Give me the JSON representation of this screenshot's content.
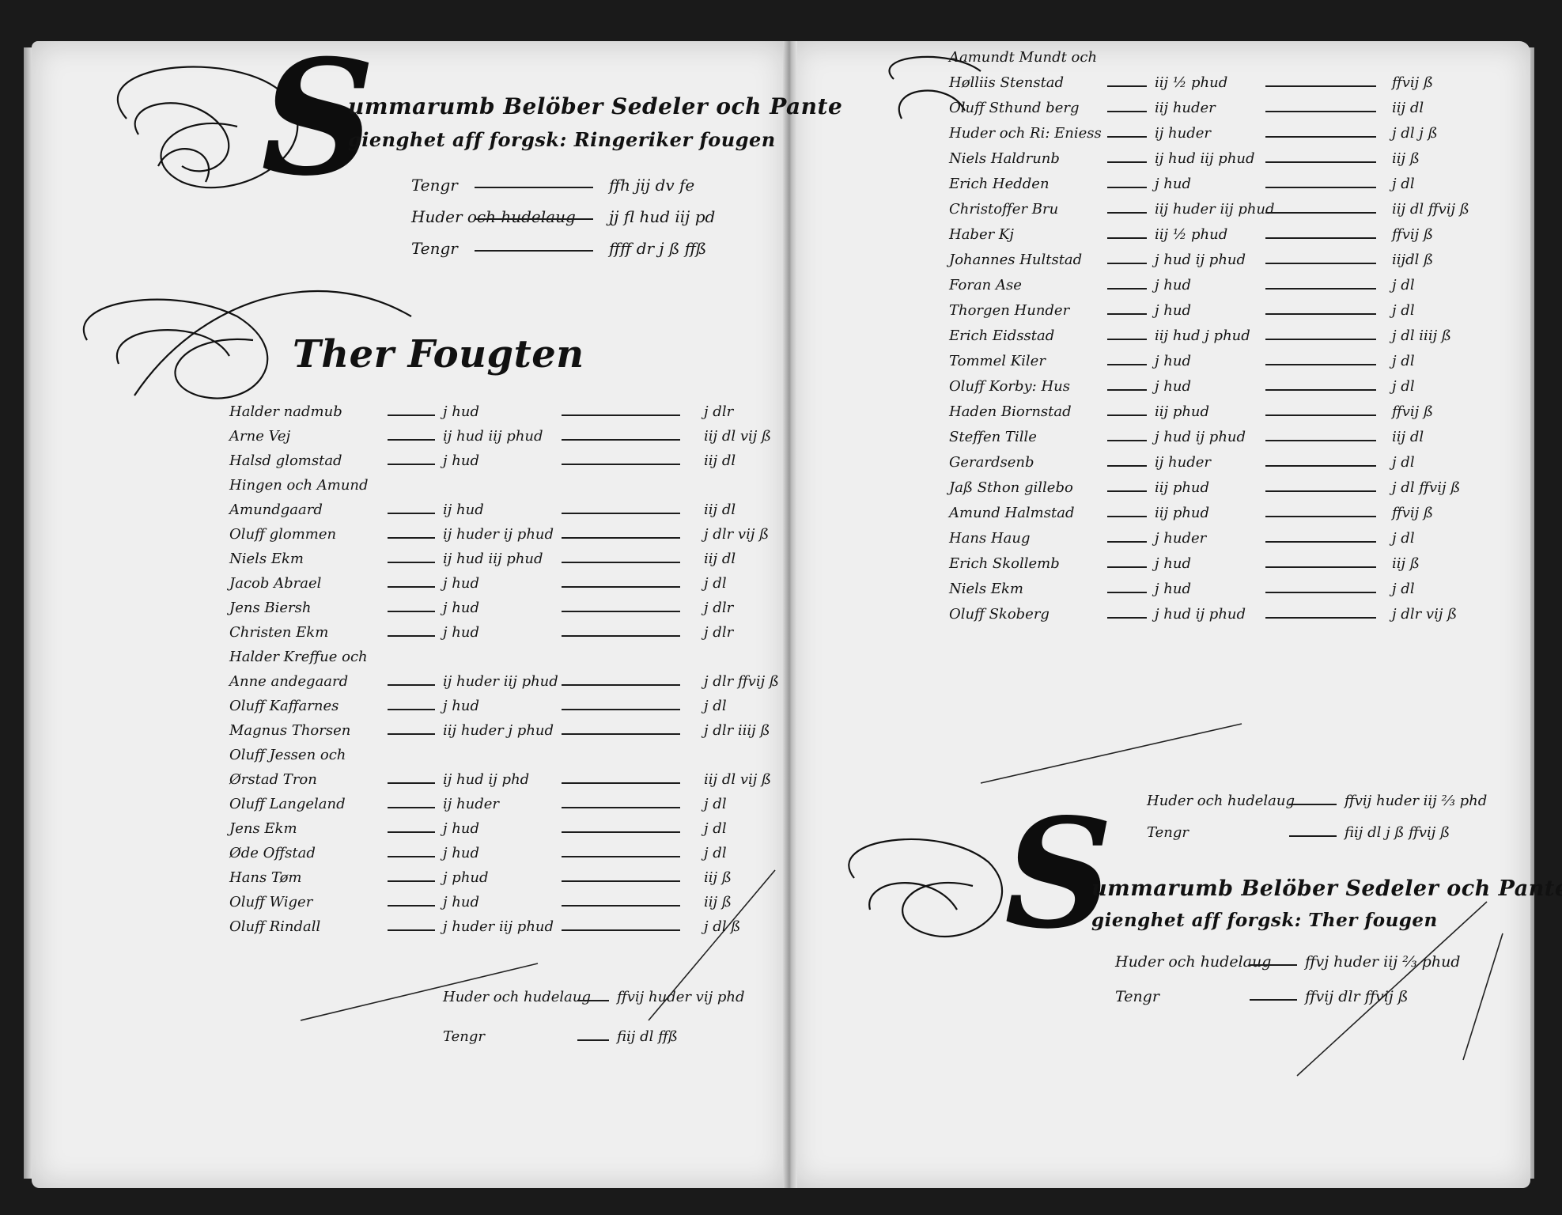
{
  "left_page": {
    "summary_heading": {
      "initial": "S",
      "line1": "ummarumb Belöber Sedeler och Pante",
      "line2": "gienghet aff forgsk: Ringeriker fougen",
      "sub_rows": [
        {
          "label": "Tengr",
          "value": "ffh jij dv fe"
        },
        {
          "label": "Huder och hudelaug",
          "value": "jj fl hud iij pd"
        },
        {
          "label": "Tengr",
          "value": "ffff dr j ß ffß"
        }
      ]
    },
    "section_title": "Ther Fougten",
    "entries": [
      {
        "name": "Halder nadmub",
        "share": "j hud",
        "fee": "j dlr"
      },
      {
        "name": "Arne Vej",
        "share": "ij hud iij phud",
        "fee": "iij dl vij ß"
      },
      {
        "name": "Halsd glomstad",
        "share": "j hud",
        "fee": "iij dl"
      },
      {
        "name": "Hingen och Amund",
        "share": "",
        "fee": ""
      },
      {
        "name": "Amundgaard",
        "share": "ij hud",
        "fee": "iij dl"
      },
      {
        "name": "Oluff glommen",
        "share": "ij huder ij phud",
        "fee": "j dlr vij ß"
      },
      {
        "name": "Niels Ekm",
        "share": "ij hud iij phud",
        "fee": "iij dl"
      },
      {
        "name": "Jacob Abrael",
        "share": "j hud",
        "fee": "j dl"
      },
      {
        "name": "Jens Biersh",
        "share": "j hud",
        "fee": "j dlr"
      },
      {
        "name": "Christen Ekm",
        "share": "j hud",
        "fee": "j dlr"
      },
      {
        "name": "Halder Kreffue och",
        "share": "",
        "fee": ""
      },
      {
        "name": "Anne andegaard",
        "share": "ij huder iij phud",
        "fee": "j dlr ffvij ß"
      },
      {
        "name": "Oluff Kaffarnes",
        "share": "j hud",
        "fee": "j dl"
      },
      {
        "name": "Magnus Thorsen",
        "share": "iij huder j phud",
        "fee": "j dlr iiij ß"
      },
      {
        "name": "Oluff Jessen och",
        "share": "",
        "fee": ""
      },
      {
        "name": "Ørstad Tron",
        "share": "ij hud ij phd",
        "fee": "iij dl vij ß"
      },
      {
        "name": "Oluff Langeland",
        "share": "ij huder",
        "fee": "j dl"
      },
      {
        "name": "Jens Ekm",
        "share": "j hud",
        "fee": "j dl"
      },
      {
        "name": "Øde Offstad",
        "share": "j hud",
        "fee": "j dl"
      },
      {
        "name": "Hans Tøm",
        "share": "j phud",
        "fee": "iij ß"
      },
      {
        "name": "Oluff Wiger",
        "share": "j hud",
        "fee": "iij ß"
      },
      {
        "name": "Oluff Rindall",
        "share": "j huder iij phud",
        "fee": "j dl ß"
      }
    ],
    "totals": [
      {
        "label": "Huder och hudelaug",
        "value": "ffvij huder vij phd"
      },
      {
        "label": "Tengr",
        "value": "fiij dl ffß"
      }
    ]
  },
  "right_page": {
    "entries": [
      {
        "name": "Aamundt Mundt och",
        "share": "",
        "fee": ""
      },
      {
        "name": "Hølliis Stenstad",
        "share": "iij ½ phud",
        "fee": "ffvij ß"
      },
      {
        "name": "Oluff Sthund berg",
        "share": "iij huder",
        "fee": "iij dl"
      },
      {
        "name": "Huder och Ri: Eniess",
        "share": "ij huder",
        "fee": "j dl j ß"
      },
      {
        "name": "Niels Haldrunb",
        "share": "ij hud iij phud",
        "fee": "iij ß"
      },
      {
        "name": "Erich Hedden",
        "share": "j hud",
        "fee": "j dl"
      },
      {
        "name": "Christoffer Bru",
        "share": "iij huder iij phud",
        "fee": "iij dl ffvij ß"
      },
      {
        "name": "Haber Kj",
        "share": "iij ½ phud",
        "fee": "ffvij ß"
      },
      {
        "name": "Johannes Hultstad",
        "share": "j hud ij phud",
        "fee": "iijdl ß"
      },
      {
        "name": "Foran Ase",
        "share": "j hud",
        "fee": "j dl"
      },
      {
        "name": "Thorgen Hunder",
        "share": "j hud",
        "fee": "j dl"
      },
      {
        "name": "Erich Eidsstad",
        "share": "iij hud j phud",
        "fee": "j dl iiij ß"
      },
      {
        "name": "Tommel Kiler",
        "share": "j hud",
        "fee": "j dl"
      },
      {
        "name": "Oluff Korby: Hus",
        "share": "j hud",
        "fee": "j dl"
      },
      {
        "name": "Haden Biornstad",
        "share": "iij phud",
        "fee": "ffvij ß"
      },
      {
        "name": "Steffen Tille",
        "share": "j hud ij phud",
        "fee": "iij dl"
      },
      {
        "name": "Gerardsenb",
        "share": "ij huder",
        "fee": "j dl"
      },
      {
        "name": "Jaß Sthon gillebo",
        "share": "iij phud",
        "fee": "j dl ffvij ß"
      },
      {
        "name": "Amund Halmstad",
        "share": "iij phud",
        "fee": "ffvij ß"
      },
      {
        "name": "Hans Haug",
        "share": "j huder",
        "fee": "j dl"
      },
      {
        "name": "Erich Skollemb",
        "share": "j hud",
        "fee": "iij ß"
      },
      {
        "name": "Niels Ekm",
        "share": "j hud",
        "fee": "j dl"
      },
      {
        "name": "Oluff Skoberg",
        "share": "j hud ij phud",
        "fee": "j dlr vij ß"
      }
    ],
    "subtotals": [
      {
        "label": "Huder och hudelaug",
        "value": "ffvij huder iij ⅔ phd"
      },
      {
        "label": "Tengr",
        "value": "fiij dl j ß ffvij ß"
      }
    ],
    "summary_heading": {
      "initial": "S",
      "line1": "ummarumb Belöber Sedeler och Pante",
      "line2": "gienghet aff forgsk: Ther fougen",
      "sub_rows": [
        {
          "label": "Huder och hudelaug",
          "value": "ffvj huder iij ⅔ phud"
        },
        {
          "label": "Tengr",
          "value": "ffvij dlr ffvij ß"
        }
      ]
    }
  },
  "colors": {
    "paper": "#efefef",
    "ink": "#111111",
    "background": "#1a1a1a"
  }
}
